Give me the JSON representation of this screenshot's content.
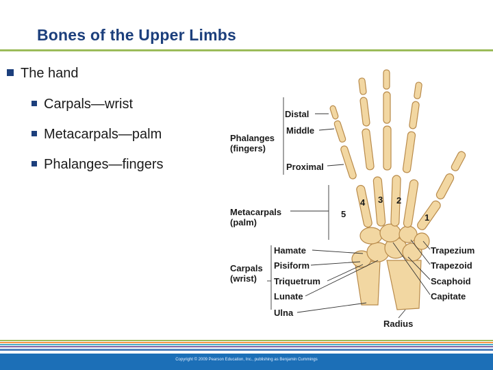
{
  "slide": {
    "title": "Bones of the Upper Limbs",
    "bullets": [
      {
        "text": "The hand",
        "level": 1
      },
      {
        "text": "Carpals—wrist",
        "level": 2
      },
      {
        "text": "Metacarpals—palm",
        "level": 2
      },
      {
        "text": "Phalanges—fingers",
        "level": 2
      }
    ],
    "colors": {
      "title": "#1c3f7c",
      "rule": "#9bbb59",
      "footer": "#1c6fb7",
      "bone": "#f2d7a2"
    }
  },
  "figure": {
    "group_labels": {
      "phalanges": "Phalanges\n(fingers)",
      "metacarpals": "Metacarpals\n(palm)",
      "carpals": "Carpals\n(wrist)"
    },
    "phalanx_labels": [
      "Distal",
      "Middle",
      "Proximal"
    ],
    "left_bone_labels": [
      "Hamate",
      "Pisiform",
      "Triquetrum",
      "Lunate",
      "Ulna"
    ],
    "right_bone_labels": [
      "Trapezium",
      "Trapezoid",
      "Scaphoid",
      "Capitate"
    ],
    "radius_label": "Radius",
    "digit_numbers": [
      "4",
      "3",
      "2",
      "5",
      "1"
    ]
  },
  "footer": {
    "copyright": "Copyright © 2009 Pearson Education, Inc., publishing as Benjamin Cummings"
  }
}
